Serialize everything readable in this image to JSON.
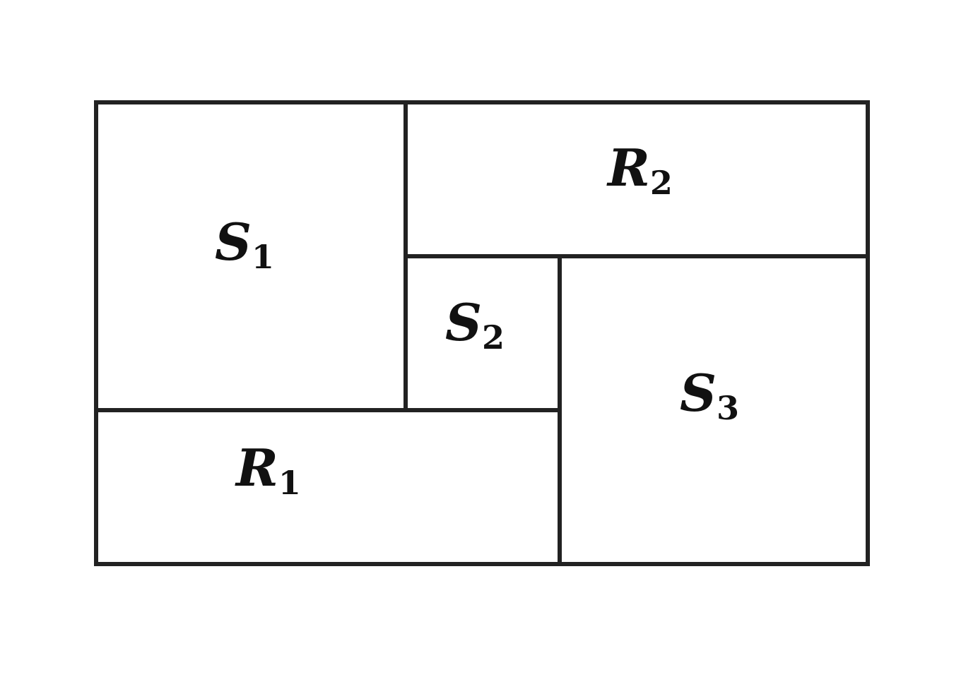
{
  "diagram": {
    "regions": [
      {
        "id": "S1",
        "letter": "S",
        "subscript": "1"
      },
      {
        "id": "R2",
        "letter": "R",
        "subscript": "2"
      },
      {
        "id": "S2",
        "letter": "S",
        "subscript": "2"
      },
      {
        "id": "S3",
        "letter": "S",
        "subscript": "3"
      },
      {
        "id": "R1",
        "letter": "R",
        "subscript": "1"
      }
    ],
    "line_color": "#222222"
  }
}
